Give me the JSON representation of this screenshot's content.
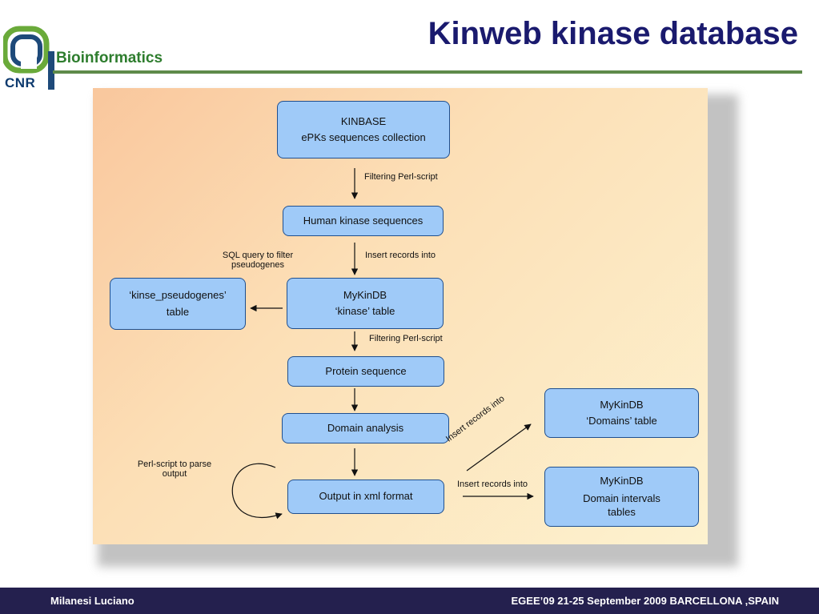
{
  "header": {
    "title": "Kinweb kinase database",
    "logo_text": "Bioinformatics",
    "logo_org": "CNR"
  },
  "nodes": {
    "kinbase": {
      "line1": "KINBASE",
      "line2": "ePKs sequences collection"
    },
    "human": {
      "line1": "Human kinase sequences"
    },
    "mykindb": {
      "line1": "MyKinDB",
      "line2": "‘kinase’ table"
    },
    "pseudo": {
      "line1": "‘kinse_pseudogenes’",
      "line2": "table"
    },
    "protein": {
      "line1": "Protein sequence"
    },
    "domain": {
      "line1": "Domain analysis"
    },
    "output": {
      "line1": "Output in xml format"
    },
    "domains_table": {
      "line1": "MyKinDB",
      "line2": "‘Domains’ table"
    },
    "intervals": {
      "line1": "MyKinDB",
      "line2": "Domain intervals",
      "line3": "tables"
    }
  },
  "edges": {
    "filter1": "Filtering Perl-script",
    "insert1": "Insert records into",
    "sql1": "SQL query to filter",
    "sql2": "pseudogenes",
    "filter2": "Filtering Perl-script",
    "perl1": "Perl-script to parse",
    "perl2": "output",
    "insert_diag": "Insert records into",
    "insert_right": "Insert records into"
  },
  "footer": {
    "author": "Milanesi Luciano",
    "event": "EGEE’09  21-25 September  2009 BARCELLONA ,SPAIN"
  },
  "colors": {
    "node_fill": "#9fcaf8",
    "node_border": "#1f4f8f",
    "title": "#1a1a6e",
    "footer_bg": "#24204e",
    "logo_green": "#2e7d2e"
  }
}
